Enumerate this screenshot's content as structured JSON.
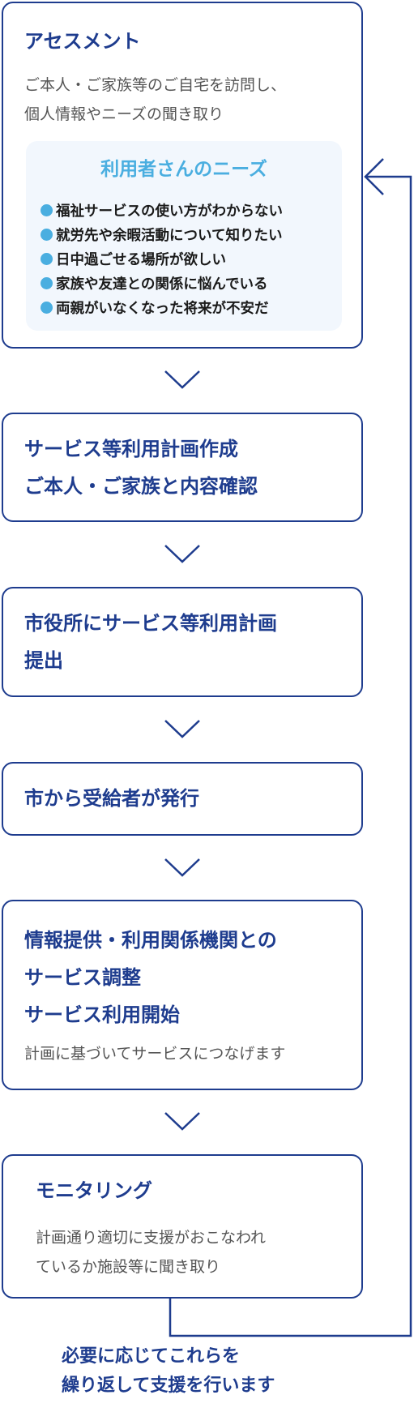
{
  "steps": {
    "assessment": {
      "title": "アセスメント",
      "description": [
        "ご本人・ご家族等のご自宅を訪問し、",
        "個人情報やニーズの聞き取り"
      ],
      "needs": {
        "title": "利用者さんのニーズ",
        "items": [
          "福祉サービスの使い方がわからない",
          "就労先や余暇活動について知りたい",
          "日中過ごせる場所が欲しい",
          "家族や友達との関係に悩んでいる",
          "両親がいなくなった将来が不安だ"
        ]
      }
    },
    "plan": {
      "title": [
        "サービス等利用計画作成",
        "ご本人・ご家族と内容確認"
      ]
    },
    "submit": {
      "title": [
        "市役所にサービス等利用計画",
        "提出"
      ]
    },
    "certificate": {
      "title": "市から受給者が発行"
    },
    "start": {
      "title": [
        "情報提供・利用関係機関との",
        "サービス調整",
        "サービス利用開始"
      ],
      "description": "計画に基づいてサービスにつなげます"
    },
    "monitoring": {
      "title": "モニタリング",
      "description": [
        "計画通り適切に支援がおこなわれ",
        "ているか施設等に聞き取り"
      ]
    }
  },
  "loop": {
    "caption": [
      "必要に応じてこれらを",
      "繰り返して支援を行います"
    ]
  },
  "colors": {
    "primary": "#1e3c8e",
    "accent": "#4aaee0",
    "panel": "#f2f7fd",
    "text": "#555555"
  },
  "icons": {
    "connector": "chevron-down-icon",
    "loop_arrow": "arrow-left-icon"
  }
}
